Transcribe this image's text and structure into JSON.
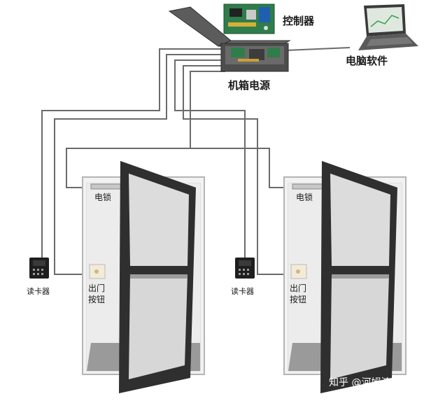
{
  "labels": {
    "controller": "控制器",
    "software": "电脑软件",
    "psu": "机箱电源",
    "lock_left": "电锁",
    "lock_right": "电锁",
    "reader_left": "读卡器",
    "reader_right": "读卡器",
    "exit_left_1": "出门",
    "exit_left_2": "按钮",
    "exit_right_1": "出门",
    "exit_right_2": "按钮"
  },
  "watermark": "知乎 @河姆渡-琛",
  "colors": {
    "wire": "#5a5a5a",
    "door_frame": "#3a3a3a",
    "glass": "#d9d9d9",
    "box": "#4a4a4a",
    "pcb": "#3f8f5a"
  }
}
